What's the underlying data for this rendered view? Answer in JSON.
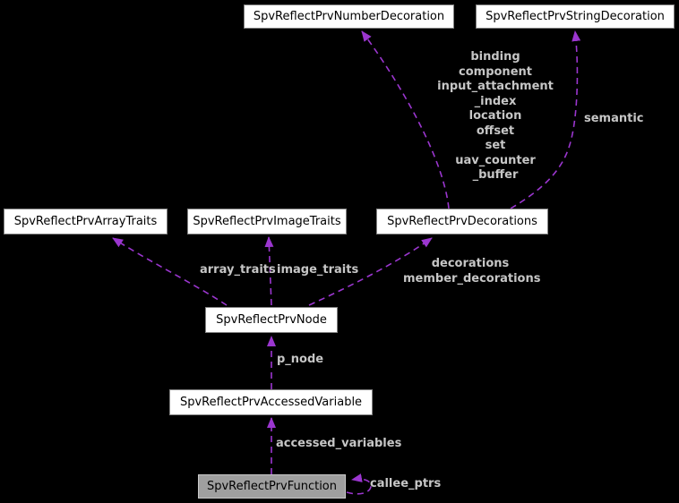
{
  "diagram": {
    "type": "doxygen-collaboration-graph",
    "colors": {
      "background": "#000000",
      "edge": "#9b36cf",
      "node_fill": "#ffffff",
      "node_border": "#828282",
      "current_node_fill": "#9f9f9f",
      "current_node_border": "#c9c9c9",
      "edge_label_text": "#c6c6c6",
      "node_text": "#000000"
    },
    "nodes": {
      "number_decoration": {
        "label": "SpvReflectPrvNumberDecoration"
      },
      "string_decoration": {
        "label": "SpvReflectPrvStringDecoration"
      },
      "array_traits": {
        "label": "SpvReflectPrvArrayTraits"
      },
      "image_traits": {
        "label": "SpvReflectPrvImageTraits"
      },
      "decorations": {
        "label": "SpvReflectPrvDecorations"
      },
      "node": {
        "label": "SpvReflectPrvNode"
      },
      "accessed_variable": {
        "label": "SpvReflectPrvAccessedVariable"
      },
      "function": {
        "label": "SpvReflectPrvFunction"
      }
    },
    "edge_labels": {
      "number_members": "binding\ncomponent\ninput_attachment\n_index\nlocation\noffset\nset\nuav_counter\n_buffer",
      "semantic": "semantic",
      "array_traits": "array_traits",
      "image_traits": "image_traits",
      "decorations": "decorations\nmember_decorations",
      "p_node": "p_node",
      "accessed_variables": "accessed_variables",
      "callee_ptrs": "callee_ptrs"
    }
  }
}
